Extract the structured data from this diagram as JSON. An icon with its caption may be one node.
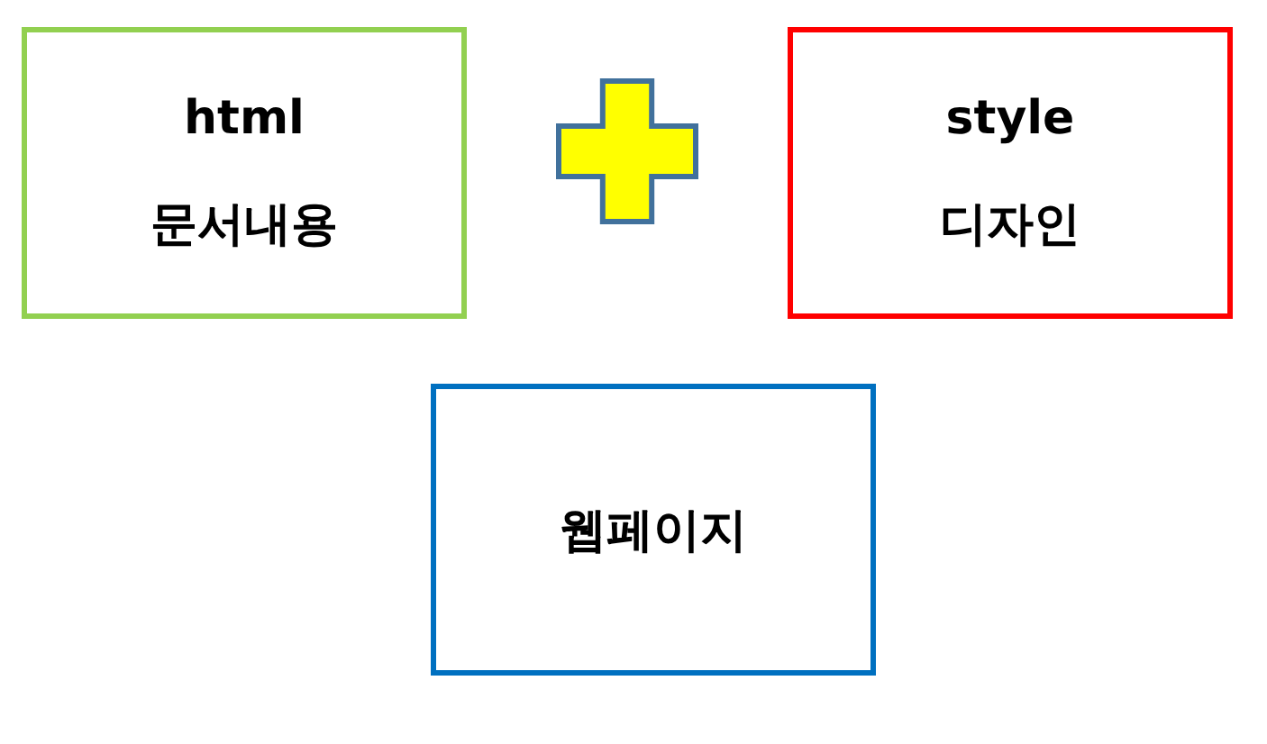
{
  "diagram": {
    "nodes": [
      {
        "text": [
          "html",
          "문서내용"
        ]
      },
      {
        "text": [],
        "shape": "cross"
      },
      {
        "text": [
          "style",
          "디자인"
        ]
      },
      {
        "text": [
          "웹페이지"
        ]
      }
    ]
  }
}
